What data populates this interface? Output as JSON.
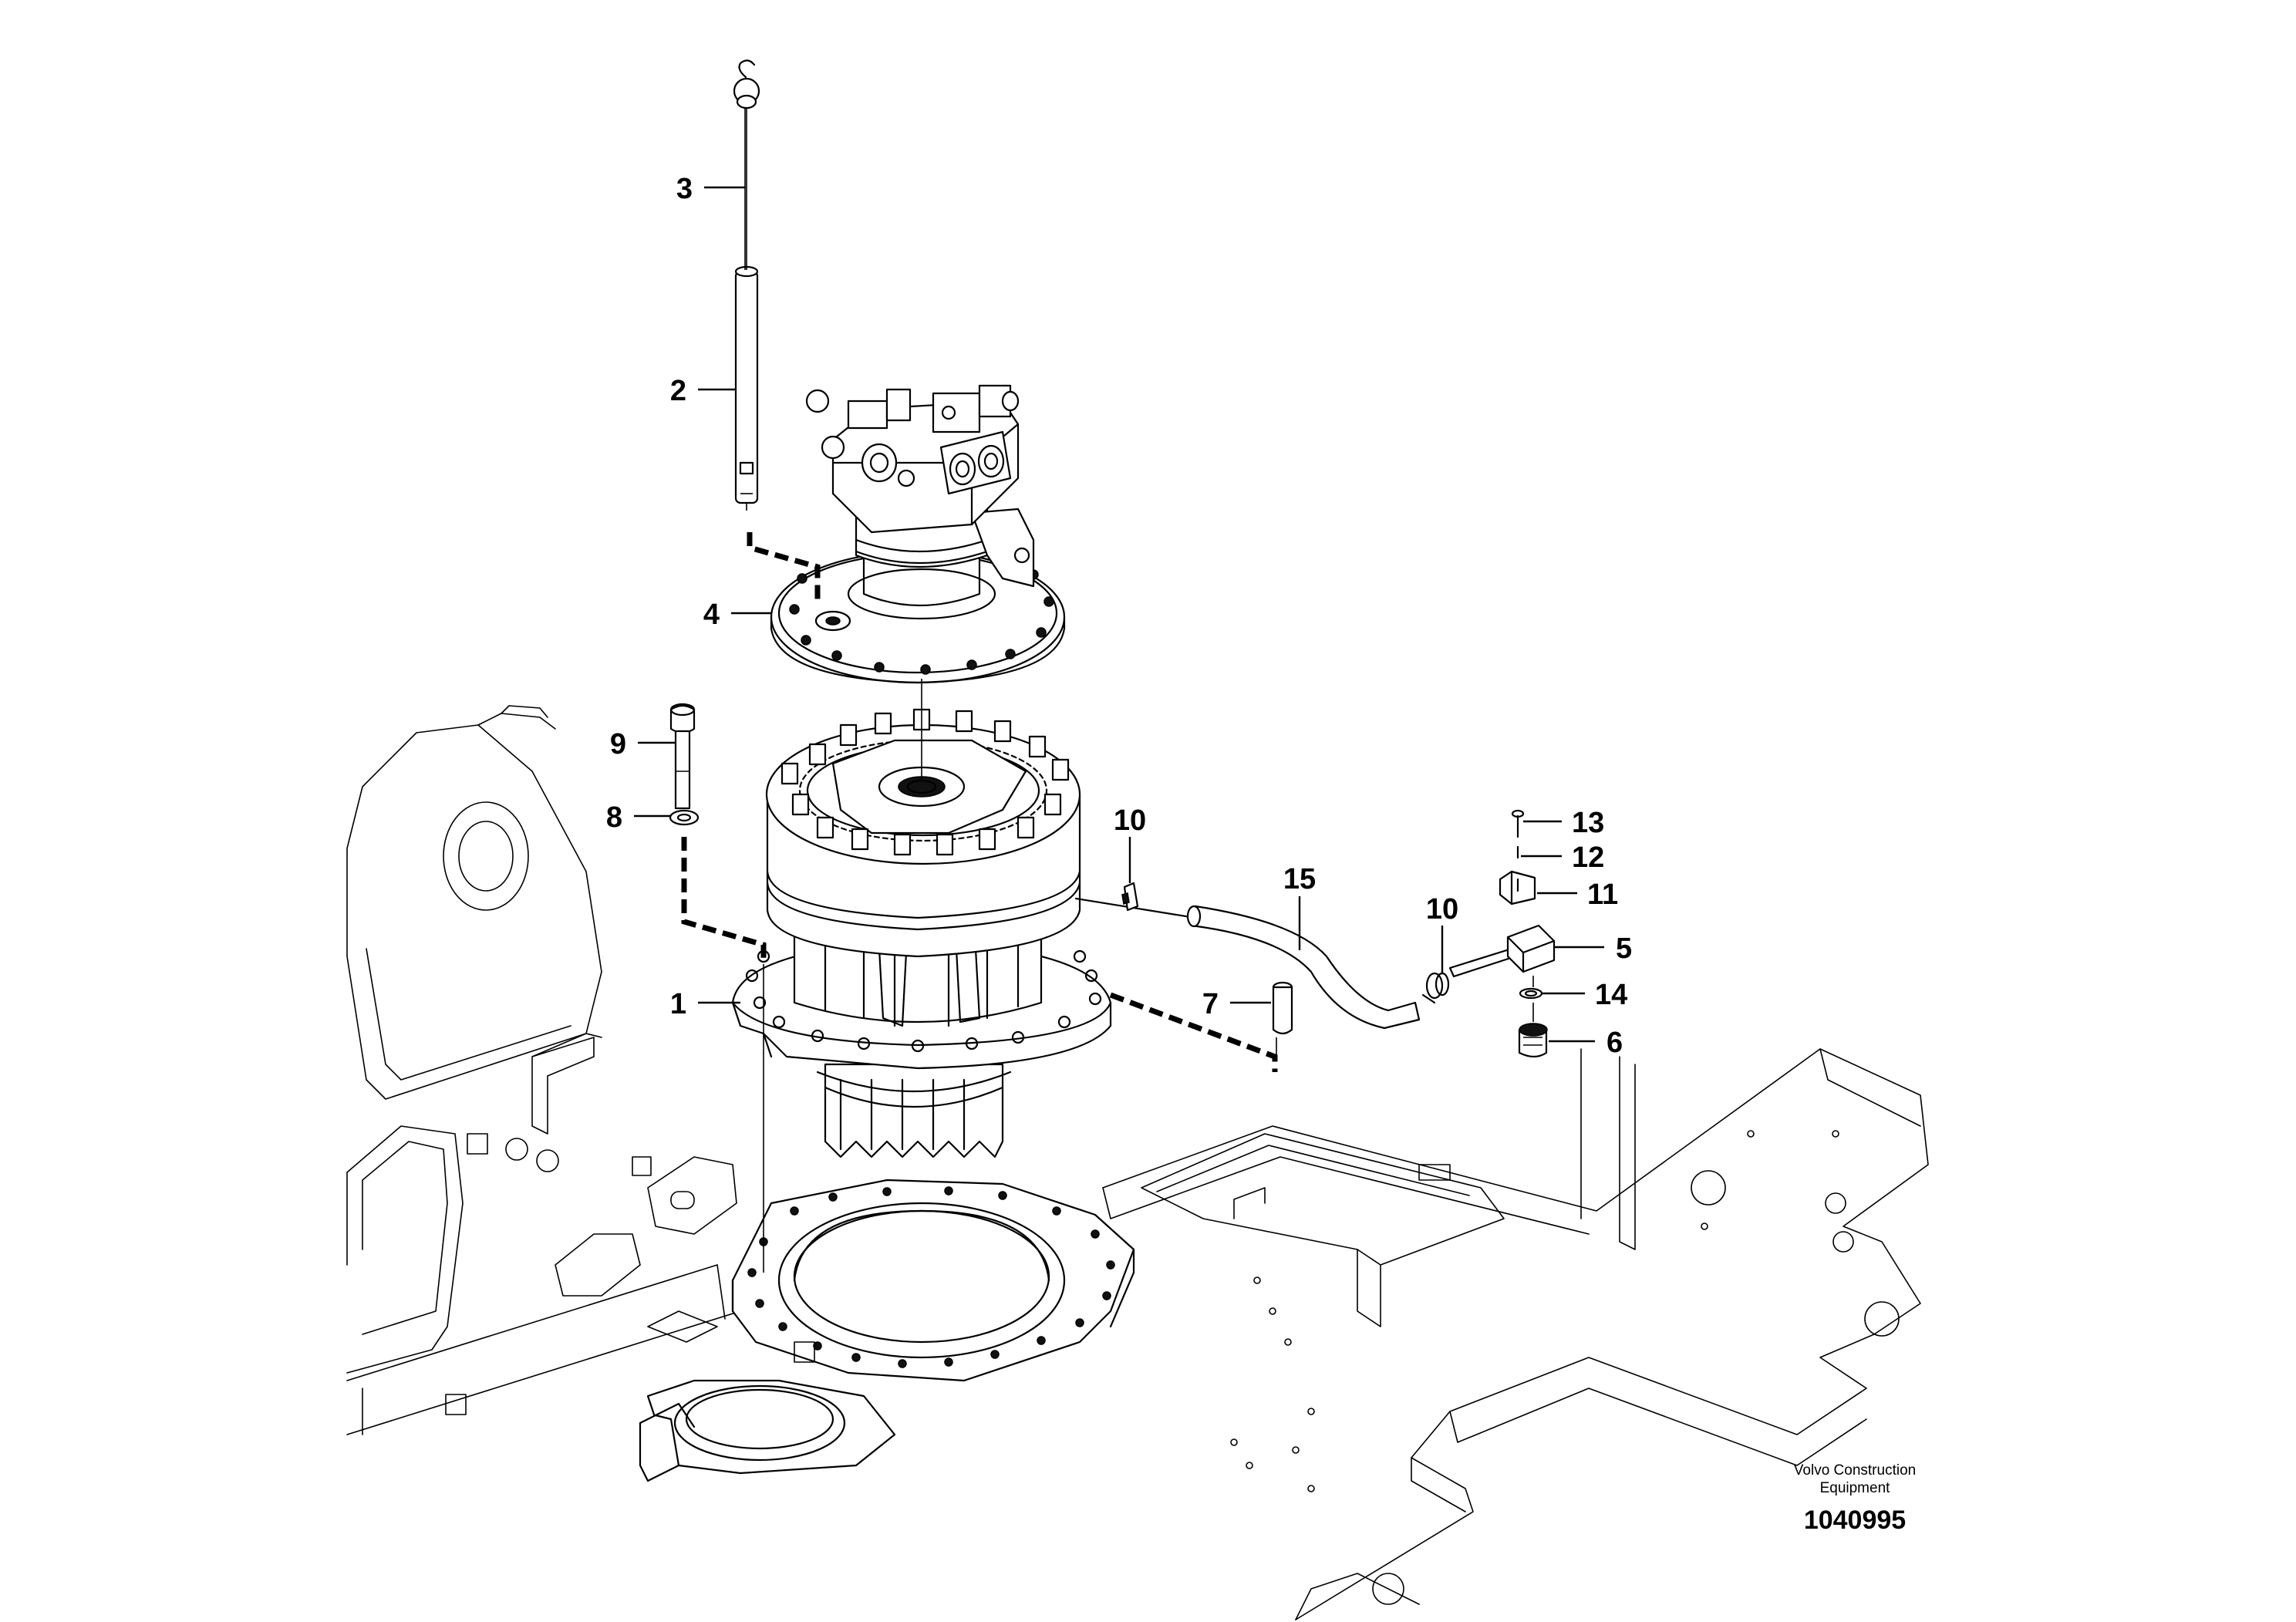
{
  "drawing": {
    "brand_line1": "Volvo Construction",
    "brand_line2": "Equipment",
    "drawing_number": "1040995"
  },
  "callouts": [
    {
      "id": "1",
      "label": "1"
    },
    {
      "id": "2",
      "label": "2"
    },
    {
      "id": "3",
      "label": "3"
    },
    {
      "id": "4",
      "label": "4"
    },
    {
      "id": "5",
      "label": "5"
    },
    {
      "id": "6",
      "label": "6"
    },
    {
      "id": "7",
      "label": "7"
    },
    {
      "id": "8",
      "label": "8"
    },
    {
      "id": "9",
      "label": "9"
    },
    {
      "id": "10a",
      "label": "10"
    },
    {
      "id": "10b",
      "label": "10"
    },
    {
      "id": "11",
      "label": "11"
    },
    {
      "id": "12",
      "label": "12"
    },
    {
      "id": "13",
      "label": "13"
    },
    {
      "id": "14",
      "label": "14"
    },
    {
      "id": "15",
      "label": "15"
    }
  ]
}
